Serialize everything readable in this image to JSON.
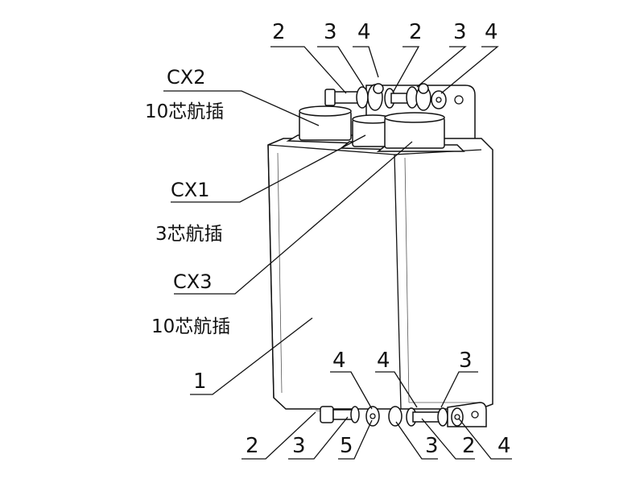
{
  "labels": {
    "top": [
      "2",
      "3",
      "4",
      "2",
      "3",
      "4"
    ],
    "cx2": "CX2",
    "cx2_desc": "10芯航插",
    "cx1": "CX1",
    "cx1_desc": "3芯航插",
    "cx3": "CX3",
    "cx3_desc": "10芯航插",
    "body": "1",
    "bottom_mid": [
      "4",
      "4",
      "3"
    ],
    "bottom": [
      "2",
      "3",
      "5",
      "3",
      "2",
      "4"
    ]
  }
}
